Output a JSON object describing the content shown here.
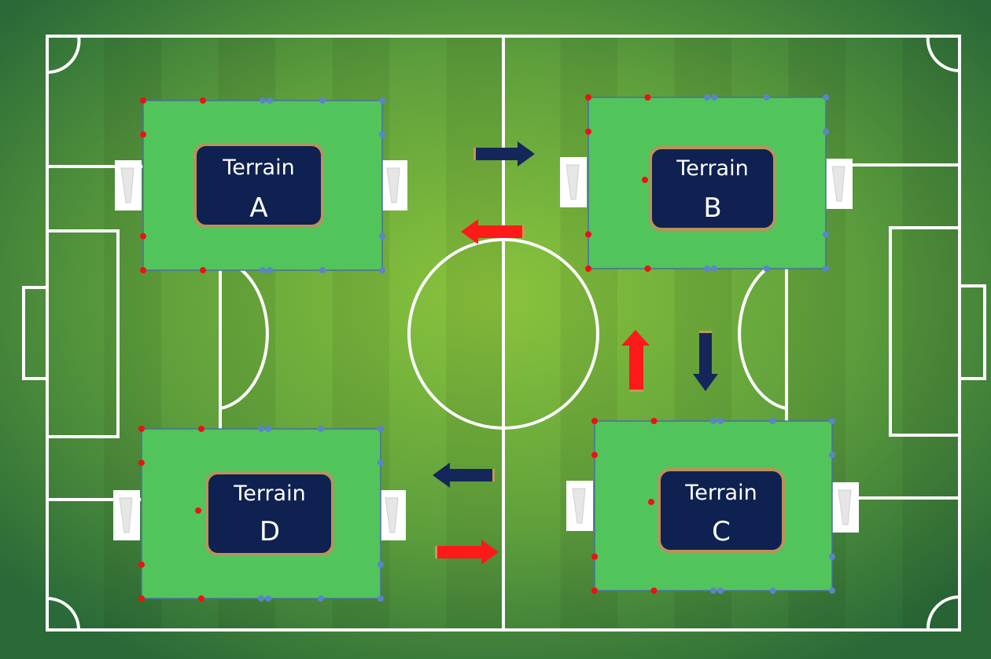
{
  "terrains": [
    {
      "id": "A",
      "word": "Terrain",
      "letter": "A"
    },
    {
      "id": "B",
      "word": "Terrain",
      "letter": "B"
    },
    {
      "id": "C",
      "word": "Terrain",
      "letter": "C"
    },
    {
      "id": "D",
      "word": "Terrain",
      "letter": "D"
    }
  ],
  "arrows": [
    {
      "name": "arrow-a-to-b",
      "color": "navy",
      "direction": "right",
      "from": "A",
      "to": "B"
    },
    {
      "name": "arrow-b-to-a",
      "color": "red",
      "direction": "left",
      "from": "B",
      "to": "A"
    },
    {
      "name": "arrow-b-to-c",
      "color": "navy",
      "direction": "down",
      "from": "B",
      "to": "C"
    },
    {
      "name": "arrow-c-to-b",
      "color": "red",
      "direction": "up",
      "from": "C",
      "to": "B"
    },
    {
      "name": "arrow-c-to-d",
      "color": "navy",
      "direction": "left",
      "from": "C",
      "to": "D"
    },
    {
      "name": "arrow-d-to-c",
      "color": "red",
      "direction": "right",
      "from": "D",
      "to": "C"
    }
  ],
  "colors": {
    "pitch_dark": "#2a6a38",
    "pitch_light": "#8ac43c",
    "terrain_fill": "#52c45c",
    "label_fill": "#0f2150",
    "label_border": "#b8925a",
    "arrow_navy": "#15275a",
    "arrow_red": "#ff1a1a",
    "cone_red": "#ee1111",
    "cone_blue": "#5b85c8",
    "lines": "#ffffff"
  }
}
